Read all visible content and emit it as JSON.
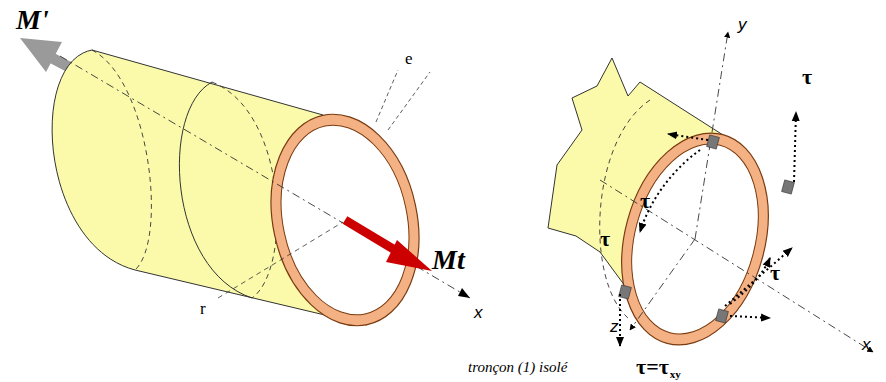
{
  "diagram": {
    "labels": [
      "M'",
      "Mt",
      "e",
      "r",
      "x",
      "y",
      "τ",
      "τ",
      "τ",
      "τ",
      "z",
      "x",
      "tronçon (1) isolé",
      "τ=τ",
      "xy"
    ]
  }
}
